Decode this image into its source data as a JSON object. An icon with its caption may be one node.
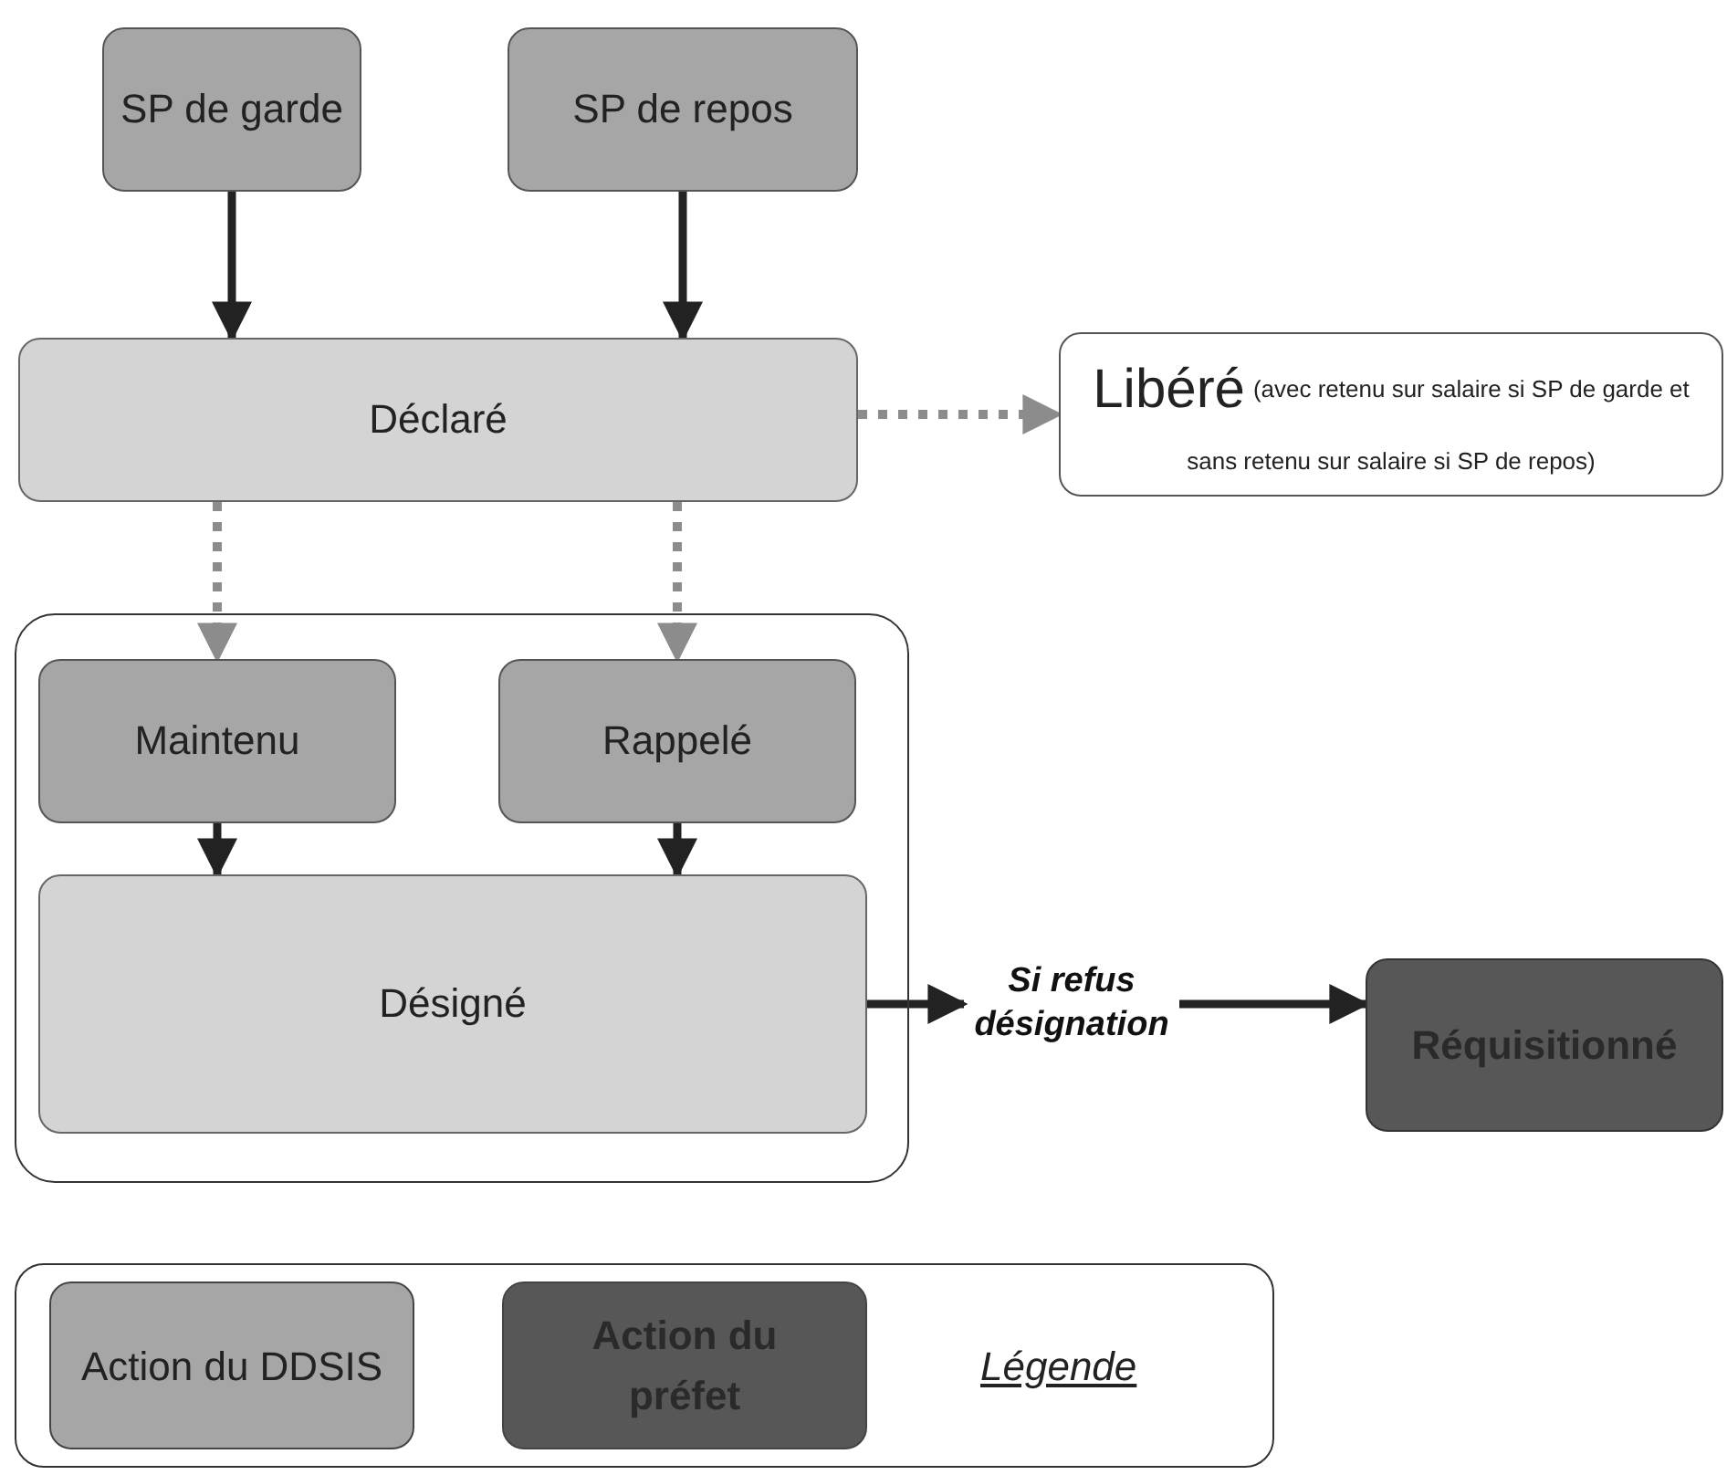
{
  "diagram": {
    "nodes": [
      {
        "text": [
          "SP de garde"
        ]
      },
      {
        "text": [
          "SP de repos"
        ]
      },
      {
        "text": [
          "Déclaré"
        ]
      },
      {
        "text": [
          "Libéré",
          "(avec retenu sur salaire si SP de garde et sans retenu sur salaire si SP de repos)"
        ]
      },
      {
        "text": [],
        "shape": "box"
      },
      {
        "text": [
          "Maintenu"
        ],
        "in": 4
      },
      {
        "text": [
          "Rappelé"
        ],
        "in": 4
      },
      {
        "text": [
          "Désigné"
        ],
        "in": 4
      },
      {
        "text": [
          "Si refus désignation"
        ]
      },
      {
        "text": [
          "Réquisitionné"
        ]
      }
    ],
    "edges": [
      {
        "from": 0,
        "to": 2,
        "arrow": "to"
      },
      {
        "from": 1,
        "to": 2,
        "arrow": "to"
      },
      {
        "from": 2,
        "to": 5,
        "arrow": "to",
        "style": "dashed",
        "color": "#8c8c8c"
      },
      {
        "from": 2,
        "to": 6,
        "arrow": "to",
        "style": "dashed",
        "color": "#8c8c8c"
      },
      {
        "from": 2,
        "to": 3,
        "arrow": "to",
        "style": "dashed",
        "color": "#8c8c8c"
      },
      {
        "from": 5,
        "to": 7,
        "arrow": "to"
      },
      {
        "from": 6,
        "to": 7,
        "arrow": "to"
      },
      {
        "from": 7,
        "to": 8,
        "arrow": "to"
      },
      {
        "from": 8,
        "to": 9,
        "arrow": "to"
      }
    ],
    "labels": [
      "Légende"
    ],
    "legend": [
      {
        "text": "Action du DDSIS",
        "color": "#a6a6a6"
      },
      {
        "text": "Action du préfet",
        "color": "#575757"
      }
    ]
  }
}
